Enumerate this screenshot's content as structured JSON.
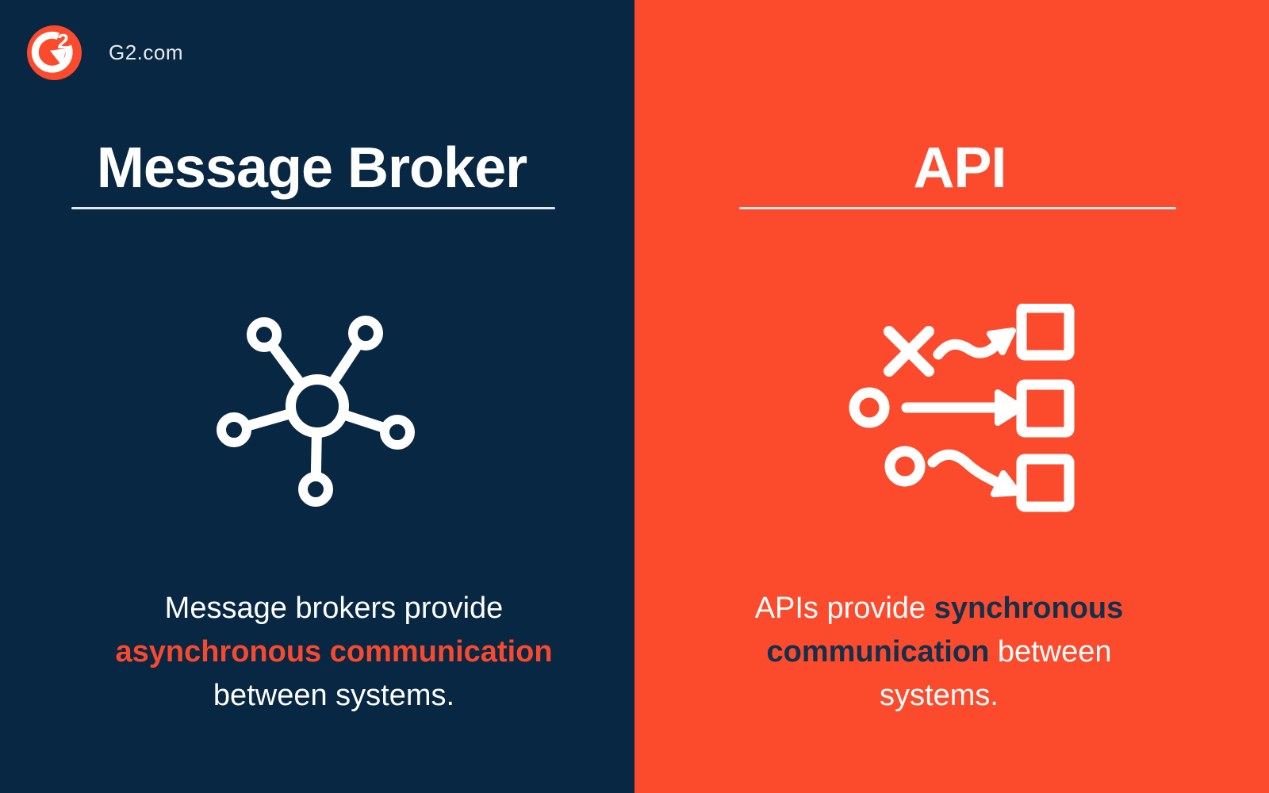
{
  "brand": {
    "site": "G2.com",
    "logo_mark": "G2",
    "logo_superscript": "2"
  },
  "colors": {
    "navy_background": "#082743",
    "orange_background": "#FC4A2C",
    "accent_orange_text": "#F8492E",
    "accent_navy_text": "#12304C",
    "white": "#FFFFFF",
    "underline": "#E3E7EB",
    "logo_circle": "#FC4A2C"
  },
  "left_panel": {
    "title": "Message Broker",
    "icon": "hub-network-icon",
    "description_lines": [
      {
        "segments": [
          {
            "text": "Message brokers provide",
            "emphasis": false
          }
        ]
      },
      {
        "segments": [
          {
            "text": "asynchronous communication",
            "emphasis": true
          }
        ]
      },
      {
        "segments": [
          {
            "text": "between systems.",
            "emphasis": false
          }
        ]
      }
    ]
  },
  "right_panel": {
    "title": "API",
    "icon": "flow-mapping-icon",
    "description_lines": [
      {
        "segments": [
          {
            "text": "APIs provide ",
            "emphasis": false
          },
          {
            "text": "synchronous",
            "emphasis": true
          }
        ]
      },
      {
        "segments": [
          {
            "text": "communication",
            "emphasis": true
          },
          {
            "text": " between",
            "emphasis": false
          }
        ]
      },
      {
        "segments": [
          {
            "text": "systems.",
            "emphasis": false
          }
        ]
      }
    ]
  }
}
